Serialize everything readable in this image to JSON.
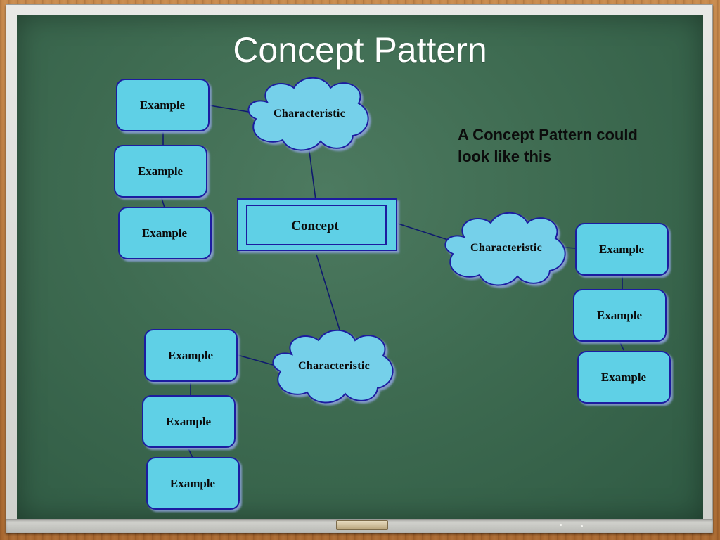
{
  "slide": {
    "title": "Concept Pattern",
    "note_line1": "A Concept Pattern could",
    "note_line2": "look like this"
  },
  "diagram": {
    "concept": "Concept",
    "characteristics": [
      "Characteristic",
      "Characteristic",
      "Characteristic"
    ],
    "examples": {
      "top_left": [
        "Example",
        "Example",
        "Example"
      ],
      "right": [
        "Example",
        "Example",
        "Example"
      ],
      "bottom_left": [
        "Example",
        "Example",
        "Example"
      ]
    }
  },
  "colors": {
    "board": "#3e6b51",
    "box_fill": "#5fd0e6",
    "box_stroke": "#1a1aa0",
    "cloud_fill": "#74d0ea",
    "line": "#0f1a6e",
    "title_text": "#ffffff",
    "note_text": "#0c0c0c"
  }
}
